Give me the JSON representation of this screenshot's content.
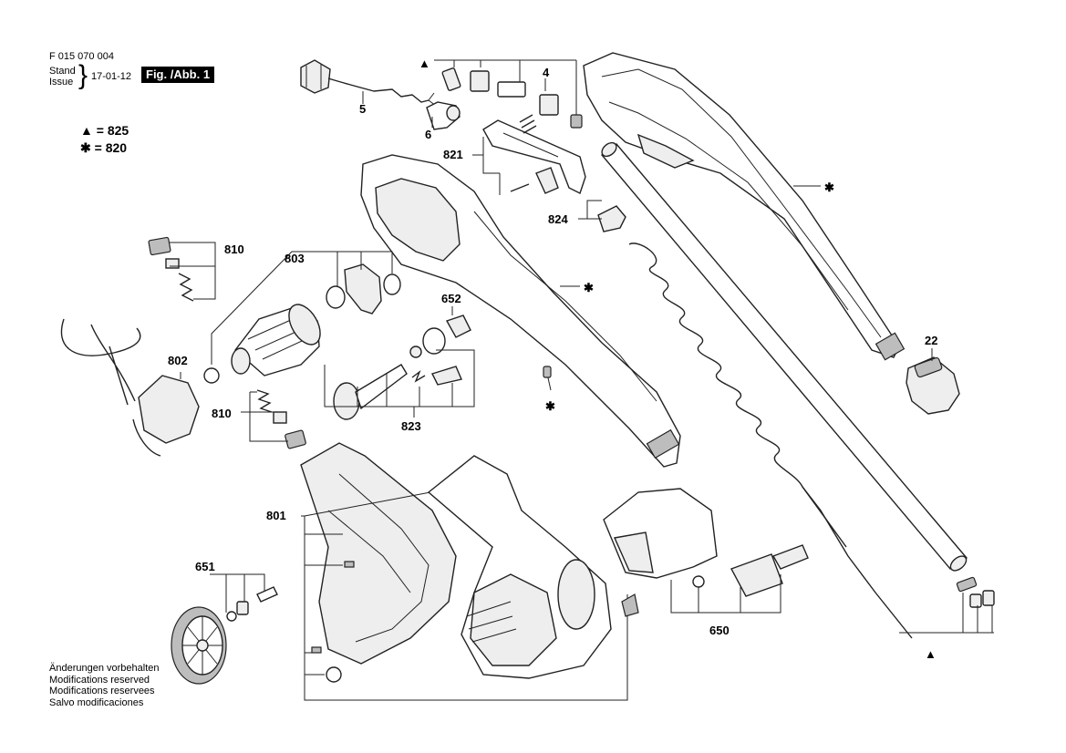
{
  "header": {
    "doc_number": "F 015 070 004",
    "stand_label": "Stand",
    "issue_label": "Issue",
    "date": "17-01-12",
    "figure_label": "Fig. /Abb. 1"
  },
  "legend": [
    {
      "symbol": "▲",
      "text": "= 825"
    },
    {
      "symbol": "✱",
      "text": "= 820"
    }
  ],
  "notes": [
    "Änderungen vorbehalten",
    "Modifications reserved",
    "Modifications reservees",
    "Salvo modificaciones"
  ],
  "part_labels": {
    "p5": "5",
    "p6": "6",
    "p4": "4",
    "p821": "821",
    "p824": "824",
    "p810a": "810",
    "p803": "803",
    "p652": "652",
    "p802": "802",
    "p810b": "810",
    "p823": "823",
    "p22": "22",
    "p801": "801",
    "p651": "651",
    "p650": "650"
  },
  "markers": {
    "triangle": "▲",
    "star": "✱"
  }
}
